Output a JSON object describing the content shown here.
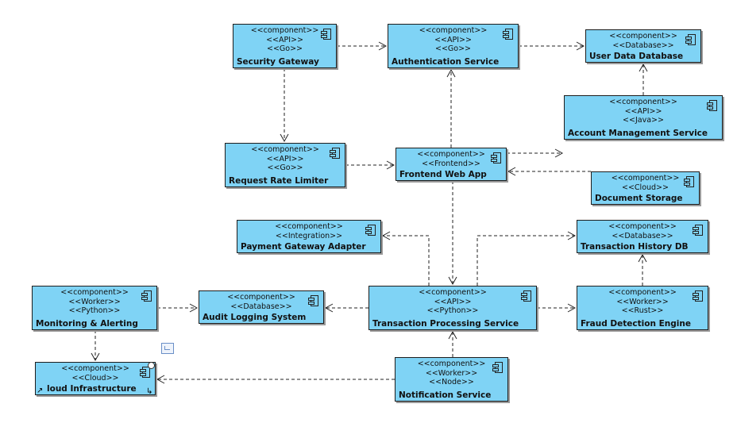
{
  "components": [
    {
      "id": "security-gateway",
      "stereotypes": [
        "<<component>>",
        "<<API>>",
        "<<Go>>"
      ],
      "name": "Security Gateway"
    },
    {
      "id": "authentication-service",
      "stereotypes": [
        "<<component>>",
        "<<API>>",
        "<<Go>>"
      ],
      "name": "Authentication Service"
    },
    {
      "id": "user-data-database",
      "stereotypes": [
        "<<component>>",
        "<<Database>>"
      ],
      "name": "User Data Database"
    },
    {
      "id": "account-management-service",
      "stereotypes": [
        "<<component>>",
        "<<API>>",
        "<<Java>>"
      ],
      "name": "Account Management Service"
    },
    {
      "id": "request-rate-limiter",
      "stereotypes": [
        "<<component>>",
        "<<API>>",
        "<<Go>>"
      ],
      "name": "Request Rate Limiter"
    },
    {
      "id": "frontend-web-app",
      "stereotypes": [
        "<<component>>",
        "<<Frontend>>"
      ],
      "name": "Frontend Web App"
    },
    {
      "id": "document-storage",
      "stereotypes": [
        "<<component>>",
        "<<Cloud>>"
      ],
      "name": "Document Storage"
    },
    {
      "id": "payment-gateway-adapter",
      "stereotypes": [
        "<<component>>",
        "<<Integration>>"
      ],
      "name": "Payment Gateway Adapter"
    },
    {
      "id": "transaction-history-db",
      "stereotypes": [
        "<<component>>",
        "<<Database>>"
      ],
      "name": "Transaction History DB"
    },
    {
      "id": "monitoring-alerting",
      "stereotypes": [
        "<<component>>",
        "<<Worker>>",
        "<<Python>>"
      ],
      "name": "Monitoring & Alerting"
    },
    {
      "id": "audit-logging-system",
      "stereotypes": [
        "<<component>>",
        "<<Database>>"
      ],
      "name": "Audit Logging System"
    },
    {
      "id": "transaction-processing-service",
      "stereotypes": [
        "<<component>>",
        "<<API>>",
        "<<Python>>"
      ],
      "name": "Transaction Processing Service"
    },
    {
      "id": "fraud-detection-engine",
      "stereotypes": [
        "<<component>>",
        "<<Worker>>",
        "<<Rust>>"
      ],
      "name": "Fraud Detection Engine"
    },
    {
      "id": "cloud-infrastructure",
      "stereotypes": [
        "<<component>>",
        "<<Cloud>>"
      ],
      "name": "loud Infrastructure"
    },
    {
      "id": "notification-service",
      "stereotypes": [
        "<<component>>",
        "<<Worker>>",
        "<<Node>>"
      ],
      "name": "Notification Service"
    }
  ],
  "dependencies": [
    {
      "from": "security-gateway",
      "to": "authentication-service"
    },
    {
      "from": "authentication-service",
      "to": "user-data-database"
    },
    {
      "from": "security-gateway",
      "to": "request-rate-limiter"
    },
    {
      "from": "account-management-service",
      "to": "user-data-database"
    },
    {
      "from": "request-rate-limiter",
      "to": "frontend-web-app"
    },
    {
      "from": "frontend-web-app",
      "to": "authentication-service"
    },
    {
      "from": "frontend-web-app",
      "to": "account-management-service"
    },
    {
      "from": "document-storage",
      "to": "frontend-web-app"
    },
    {
      "from": "frontend-web-app",
      "to": "transaction-processing-service"
    },
    {
      "from": "transaction-processing-service",
      "to": "payment-gateway-adapter"
    },
    {
      "from": "transaction-processing-service",
      "to": "transaction-history-db"
    },
    {
      "from": "fraud-detection-engine",
      "to": "transaction-history-db"
    },
    {
      "from": "transaction-processing-service",
      "to": "audit-logging-system"
    },
    {
      "from": "transaction-processing-service",
      "to": "fraud-detection-engine"
    },
    {
      "from": "monitoring-alerting",
      "to": "audit-logging-system"
    },
    {
      "from": "monitoring-alerting",
      "to": "cloud-infrastructure"
    },
    {
      "from": "notification-service",
      "to": "transaction-processing-service"
    },
    {
      "from": "notification-service",
      "to": "cloud-infrastructure"
    }
  ]
}
